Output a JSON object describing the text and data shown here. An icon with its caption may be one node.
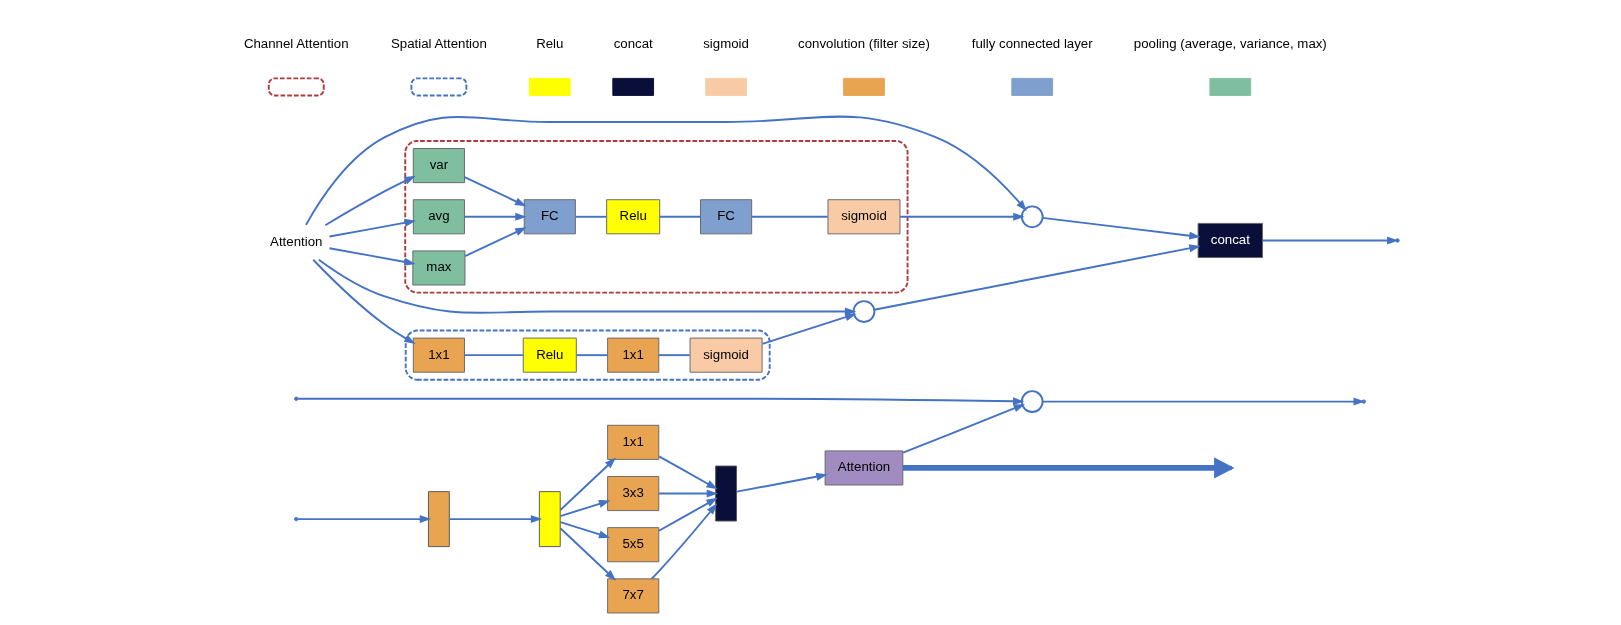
{
  "diagram": {
    "nodes": [
      {
        "text": [],
        "shape": "box"
      },
      {
        "text": [],
        "shape": "box"
      },
      {
        "text": [
          "1x1"
        ]
      },
      {
        "text": [
          "3x3"
        ]
      },
      {
        "text": [
          "5x5"
        ]
      },
      {
        "text": [
          "7x7"
        ]
      },
      {
        "text": [],
        "shape": "box"
      },
      {
        "text": [
          "Attention"
        ]
      },
      {
        "text": [],
        "shape": "circle"
      },
      {
        "text": [
          "Attention"
        ]
      },
      {
        "text": [],
        "shape": "box"
      },
      {
        "text": [
          "var"
        ],
        "in": 10
      },
      {
        "text": [
          "avg"
        ],
        "in": 10
      },
      {
        "text": [
          "max"
        ],
        "in": 10
      },
      {
        "text": [
          "FC"
        ],
        "in": 10
      },
      {
        "text": [
          "Relu"
        ],
        "in": 10
      },
      {
        "text": [
          "FC"
        ],
        "in": 10
      },
      {
        "text": [
          "sigmoid"
        ],
        "in": 10
      },
      {
        "text": [],
        "shape": "box"
      },
      {
        "text": [
          "1x1"
        ],
        "in": 18
      },
      {
        "text": [
          "Relu"
        ],
        "in": 18
      },
      {
        "text": [
          "1x1"
        ],
        "in": 18
      },
      {
        "text": [
          "sigmoid"
        ],
        "in": 18
      },
      {
        "text": [],
        "shape": "circle"
      },
      {
        "text": [],
        "shape": "circle"
      },
      {
        "text": [
          "concat"
        ]
      }
    ],
    "edges": [
      {
        "from": null,
        "to": 0,
        "arrow": "to"
      },
      {
        "from": 0,
        "to": 1,
        "arrow": "to"
      },
      {
        "from": 1,
        "to": 2,
        "arrow": "to"
      },
      {
        "from": 1,
        "to": 3,
        "arrow": "to"
      },
      {
        "from": 1,
        "to": 4,
        "arrow": "to"
      },
      {
        "from": 1,
        "to": 5,
        "arrow": "to"
      },
      {
        "from": 2,
        "to": 6,
        "arrow": "to"
      },
      {
        "from": 3,
        "to": 6,
        "arrow": "to"
      },
      {
        "from": 4,
        "to": 6,
        "arrow": "to"
      },
      {
        "from": 5,
        "to": 6,
        "arrow": "to"
      },
      {
        "from": 6,
        "to": 7,
        "arrow": "to"
      },
      {
        "from": 7,
        "to": 8,
        "arrow": "to"
      },
      {
        "from": null,
        "to": 8,
        "arrow": "to"
      },
      {
        "from": 8,
        "to": null,
        "arrow": "to"
      },
      {
        "from": 7,
        "to": null,
        "arrow": "to",
        "style": "thick"
      },
      {
        "from": 9,
        "to": 11,
        "arrow": "to"
      },
      {
        "from": 9,
        "to": 12,
        "arrow": "to"
      },
      {
        "from": 9,
        "to": 13,
        "arrow": "to"
      },
      {
        "from": 9,
        "to": 23,
        "arrow": "to"
      },
      {
        "from": 9,
        "to": 24,
        "arrow": "to"
      },
      {
        "from": 9,
        "to": 19,
        "arrow": "to"
      },
      {
        "from": 11,
        "to": 14,
        "arrow": "to"
      },
      {
        "from": 12,
        "to": 14,
        "arrow": "to"
      },
      {
        "from": 13,
        "to": 14,
        "arrow": "to"
      },
      {
        "from": 14,
        "to": 15,
        "arrow": "none"
      },
      {
        "from": 15,
        "to": 16,
        "arrow": "none"
      },
      {
        "from": 16,
        "to": 17,
        "arrow": "none"
      },
      {
        "from": 17,
        "to": 23,
        "arrow": "to"
      },
      {
        "from": 19,
        "to": 20,
        "arrow": "none"
      },
      {
        "from": 20,
        "to": 21,
        "arrow": "none"
      },
      {
        "from": 21,
        "to": 22,
        "arrow": "none"
      },
      {
        "from": 22,
        "to": 24,
        "arrow": "to"
      },
      {
        "from": 23,
        "to": 25,
        "arrow": "to"
      },
      {
        "from": 24,
        "to": 25,
        "arrow": "to"
      },
      {
        "from": 25,
        "to": null,
        "arrow": "to"
      }
    ],
    "legend": [
      {
        "text": "Channel Attention"
      },
      {
        "text": "Spatial Attention"
      },
      {
        "text": "Relu",
        "color": "#ffff00"
      },
      {
        "text": "concat",
        "color": "#0a0f3a"
      },
      {
        "text": "sigmoid",
        "color": "#f8cba6"
      },
      {
        "text": "convolution (filter size)",
        "color": "#e9a452"
      },
      {
        "text": "fully connected layer",
        "color": "#7f9fcf"
      },
      {
        "text": "pooling (average, variance, max)",
        "color": "#7fbf9f"
      }
    ]
  }
}
